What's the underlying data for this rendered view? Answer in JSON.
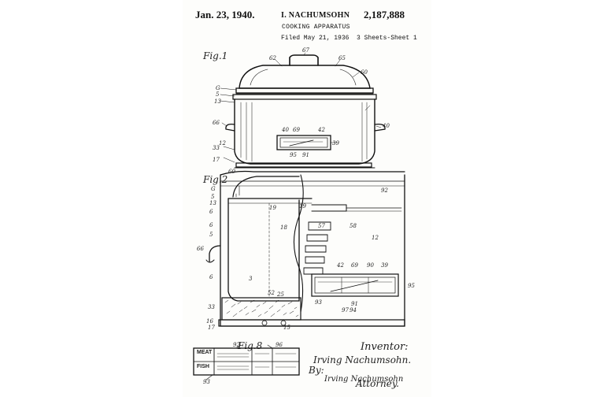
{
  "header": {
    "date": "Jan. 23, 1940.",
    "inventor": "I. NACHUMSOHN",
    "patent_number": "2,187,888",
    "title": "COOKING APPARATUS",
    "filed": "Filed May 21, 1936",
    "sheets": "3 Sheets-Sheet 1"
  },
  "figures": {
    "fig1": "Fig.1",
    "fig2": "Fig.2",
    "fig8": "Fig.8"
  },
  "chart_labels": {
    "meat": "MEAT",
    "fish": "FISH"
  },
  "signature": {
    "inventor_label": "Inventor:",
    "inventor_name": "Irving Nachumsohn.",
    "by": "By:",
    "attorney_sig": "Irving Nachumsohn",
    "attorney_label": "Attorney."
  },
  "reference_numerals": {
    "fig1": [
      "62",
      "67",
      "65",
      "60",
      "G",
      "5",
      "13",
      "66",
      "12",
      "40",
      "42",
      "69",
      "40",
      "39",
      "95",
      "91",
      "33",
      "17"
    ],
    "fig2": [
      "60",
      "G",
      "5",
      "13",
      "6",
      "6",
      "5",
      "66",
      "6",
      "33",
      "16",
      "17",
      "19",
      "19",
      "18",
      "92",
      "58",
      "12",
      "57",
      "3",
      "52",
      "25",
      "15",
      "42",
      "69",
      "90",
      "95",
      "39",
      "93",
      "91",
      "94",
      "97"
    ],
    "fig8": [
      "92",
      "96",
      "93"
    ]
  },
  "colors": {
    "ink": "#111111",
    "paper": "#fdfdfb"
  }
}
